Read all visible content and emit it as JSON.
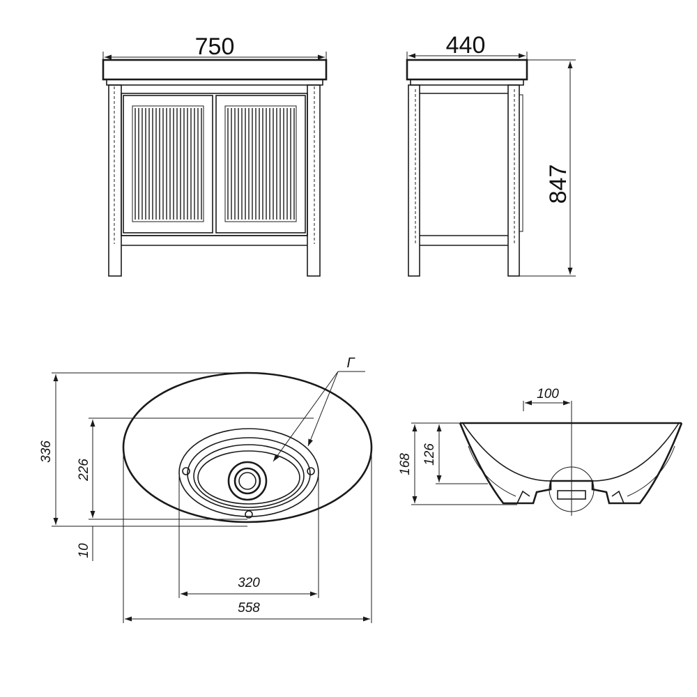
{
  "cabinet_front": {
    "width_label": "750"
  },
  "cabinet_side": {
    "depth_label": "440",
    "height_label": "847"
  },
  "basin_top": {
    "overall_height_label": "336",
    "inner_height_label": "226",
    "offset_label": "10",
    "inner_width_label": "320",
    "overall_width_label": "558",
    "leader_label": "Г"
  },
  "basin_section": {
    "drain_width_label": "100",
    "total_depth_label": "168",
    "bowl_depth_label": "126"
  }
}
